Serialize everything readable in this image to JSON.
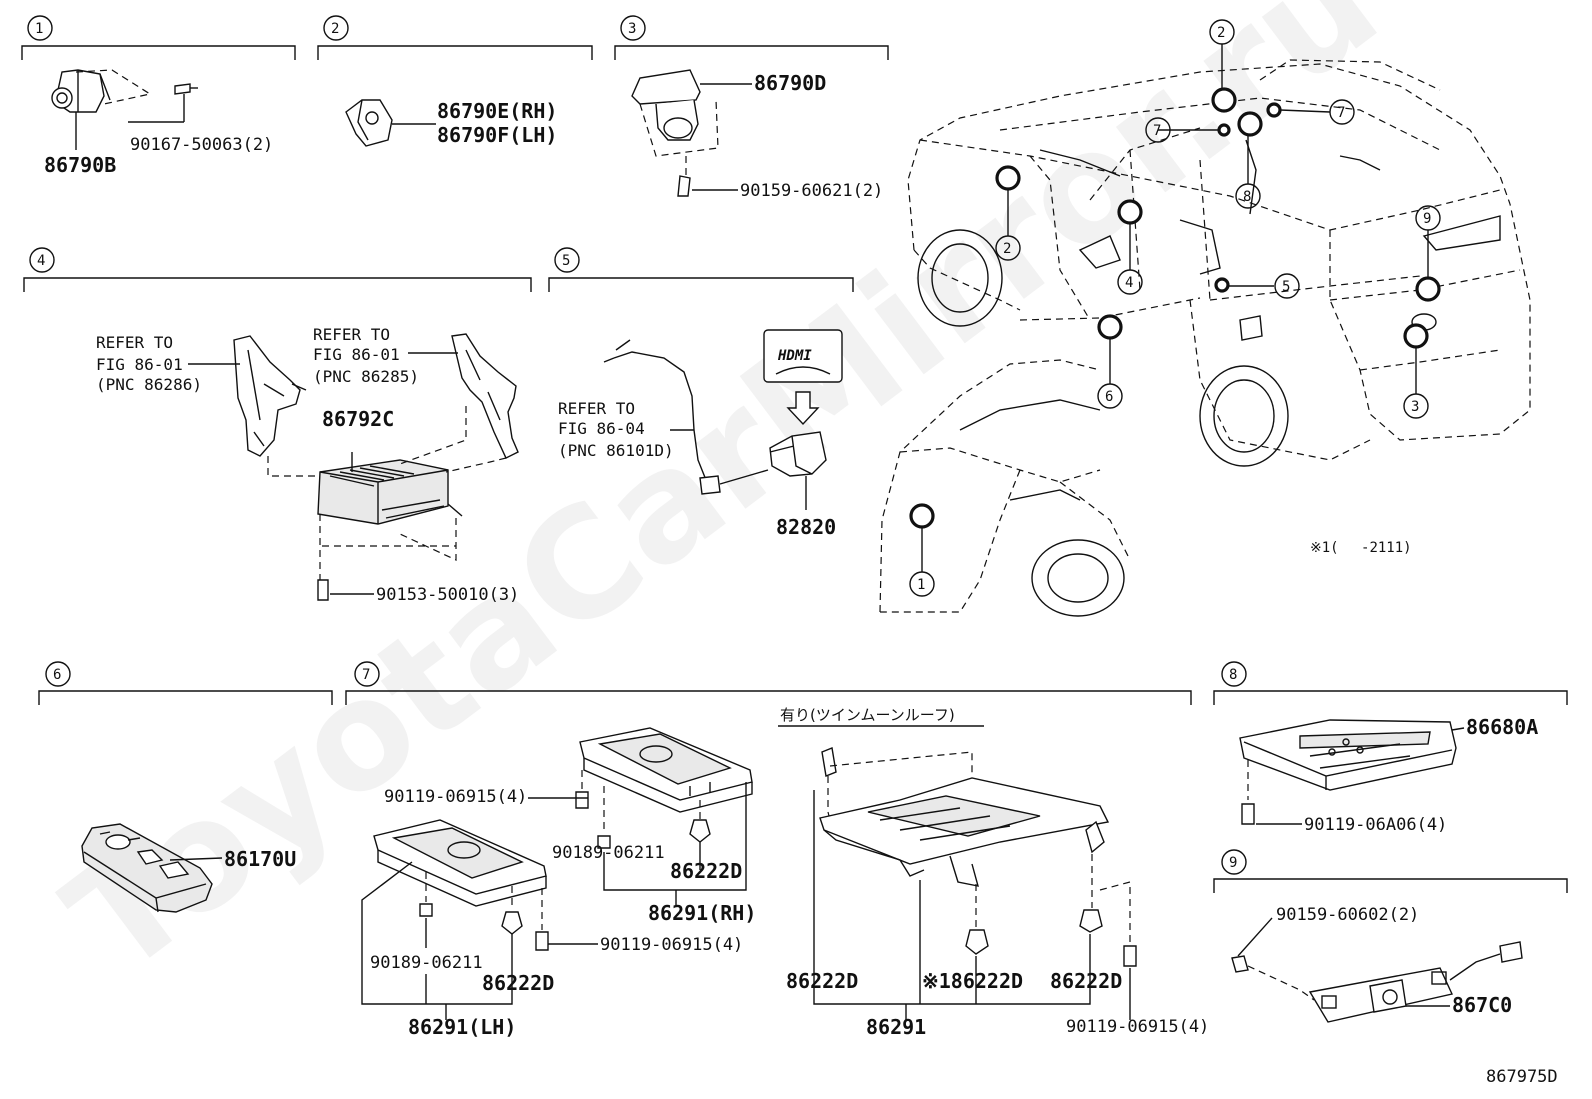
{
  "sections": [
    {
      "num": "1"
    },
    {
      "num": "2"
    },
    {
      "num": "3"
    },
    {
      "num": "4"
    },
    {
      "num": "5"
    },
    {
      "num": "6"
    },
    {
      "num": "7"
    },
    {
      "num": "8"
    },
    {
      "num": "9"
    }
  ],
  "parts": {
    "p86790B": "86790B",
    "p90167": "90167-50063(2)",
    "p86790E": "86790E(RH)",
    "p86790F": "86790F(LH)",
    "p86790D": "86790D",
    "p90159_60621": "90159-60621(2)",
    "p86792C": "86792C",
    "p90153": "90153-50010(3)",
    "p82820": "82820",
    "p86170U": "86170U",
    "p90119_4a": "90119-06915(4)",
    "p90189_a": "90189-06211",
    "p86222D_a": "86222D",
    "p86291RH": "86291(RH)",
    "p90119_4b": "90119-06915(4)",
    "p90189_b": "90189-06211",
    "p86222D_b": "86222D",
    "p86291LH": "86291(LH)",
    "twin_moon_roof": "有り(ツインムーンルーフ)",
    "p86222D_c": "86222D",
    "p86222D_d": "※186222D",
    "p86222D_e": "86222D",
    "p86291": "86291",
    "p90119_4c": "90119-06915(4)",
    "p86680A": "86680A",
    "p90119_06A06": "90119-06A06(4)",
    "p90159_60602": "90159-60602(2)",
    "p867C0": "867C0"
  },
  "refs": {
    "ref1": [
      "REFER TO",
      "FIG 86-01",
      "(PNC 86286)"
    ],
    "ref2": [
      "REFER TO",
      "FIG 86-01",
      "(PNC 86285)"
    ],
    "ref3": [
      "REFER TO",
      "FIG 86-04",
      "(PNC 86101D)"
    ]
  },
  "hdmi_label": "HDMI",
  "note": "※1(　 -2111)",
  "diagram_code": "867975D",
  "watermark": "ToyotaCarMirror.ru",
  "vehicle_callouts": [
    "2",
    "7",
    "7",
    "8",
    "2",
    "4",
    "5",
    "9",
    "6",
    "3",
    "1"
  ]
}
